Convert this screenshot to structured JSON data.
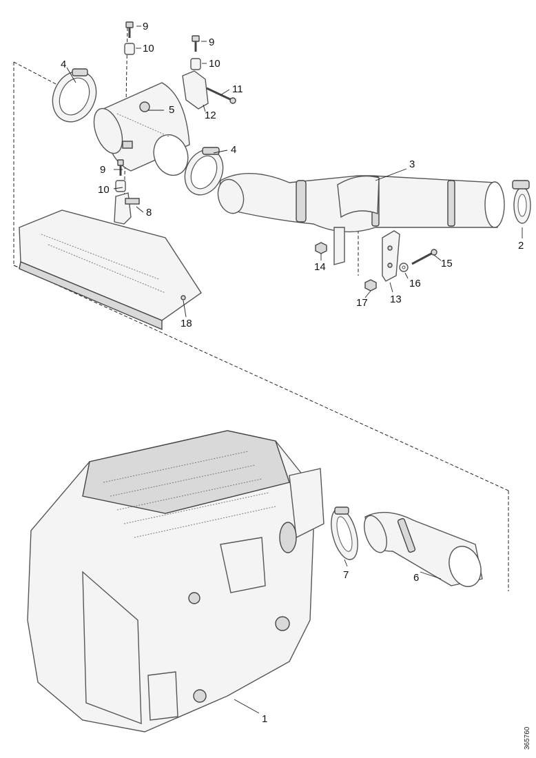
{
  "callouts": {
    "c1": "1",
    "c2": "2",
    "c3": "3",
    "c4a": "4",
    "c4b": "4",
    "c5": "5",
    "c6": "6",
    "c7": "7",
    "c8": "8",
    "c9a": "9",
    "c9b": "9",
    "c9c": "9",
    "c10a": "10",
    "c10b": "10",
    "c10c": "10",
    "c11": "11",
    "c12": "12",
    "c13": "13",
    "c14": "14",
    "c15": "15",
    "c16": "16",
    "c17": "17",
    "c18": "18"
  },
  "reference_number": "365760"
}
